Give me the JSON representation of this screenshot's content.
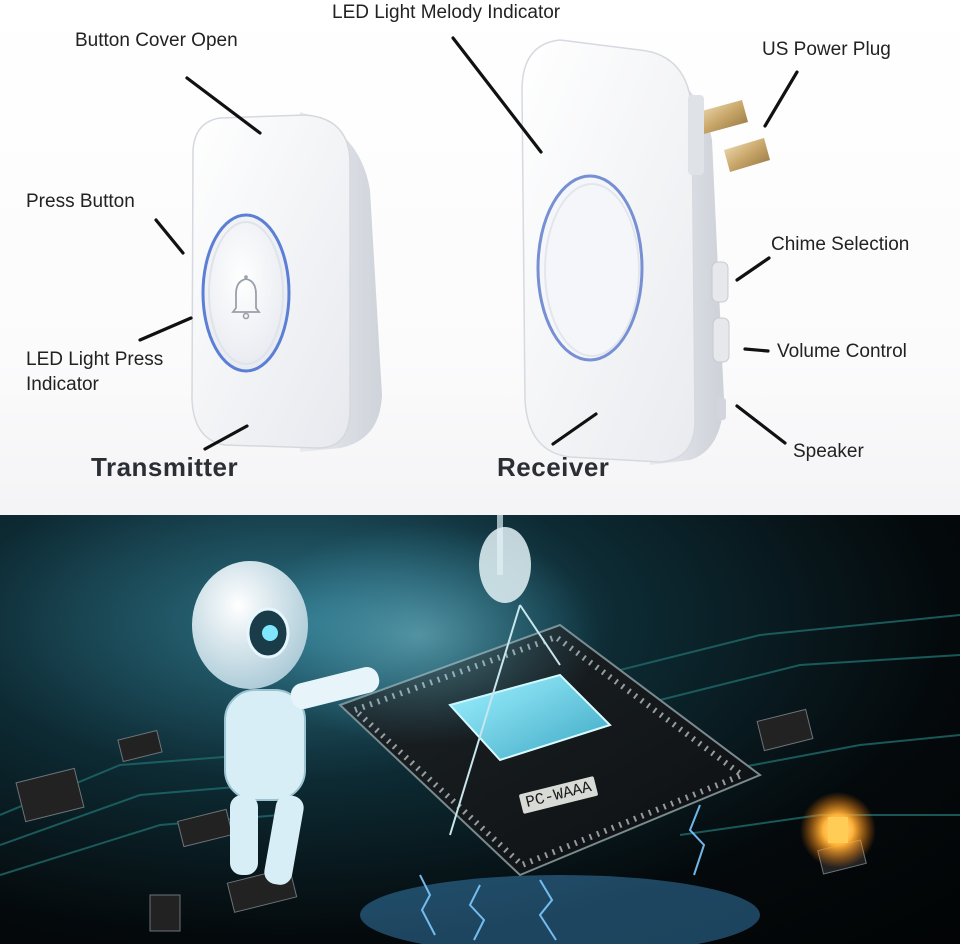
{
  "labels": {
    "button_cover_open": "Button Cover Open",
    "press_button": "Press Button",
    "led_press_indicator_line1": "LED Light Press",
    "led_press_indicator_line2": "Indicator",
    "led_melody_indicator": "LED Light Melody Indicator",
    "us_power_plug": "US Power Plug",
    "chime_selection": "Chime Selection",
    "volume_control": "Volume Control",
    "speaker": "Speaker",
    "transmitter": "Transmitter",
    "receiver": "Receiver"
  },
  "chip_marking": "PC-WAAA",
  "colors": {
    "device_body": "#f2f3f5",
    "ring_blue": "#5c7fd6",
    "circuit_glow": "#58d8ff",
    "pcb_dark": "#0a1a20"
  },
  "icons": {
    "transmitter_button": "bell-icon"
  }
}
